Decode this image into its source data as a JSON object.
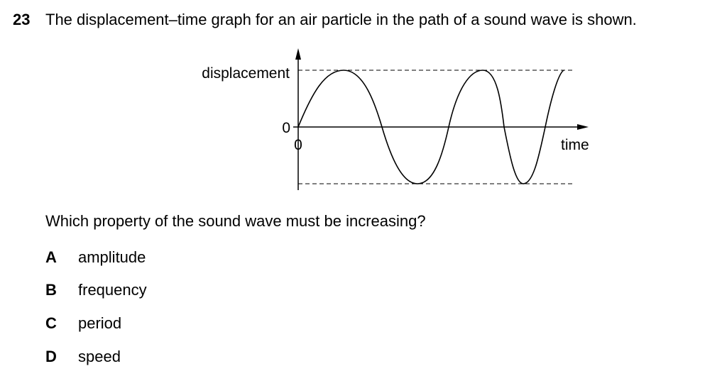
{
  "question": {
    "number": "23",
    "text": "The displacement–time graph for an air particle in the path of a sound wave is shown.",
    "prompt": "Which property of the sound wave must be increasing?"
  },
  "graph": {
    "y_axis_label": "displacement",
    "x_axis_label": "time",
    "y_origin_label": "0",
    "x_origin_label": "0"
  },
  "options": [
    {
      "letter": "A",
      "text": "amplitude"
    },
    {
      "letter": "B",
      "text": "frequency"
    },
    {
      "letter": "C",
      "text": "period"
    },
    {
      "letter": "D",
      "text": "speed"
    }
  ]
}
